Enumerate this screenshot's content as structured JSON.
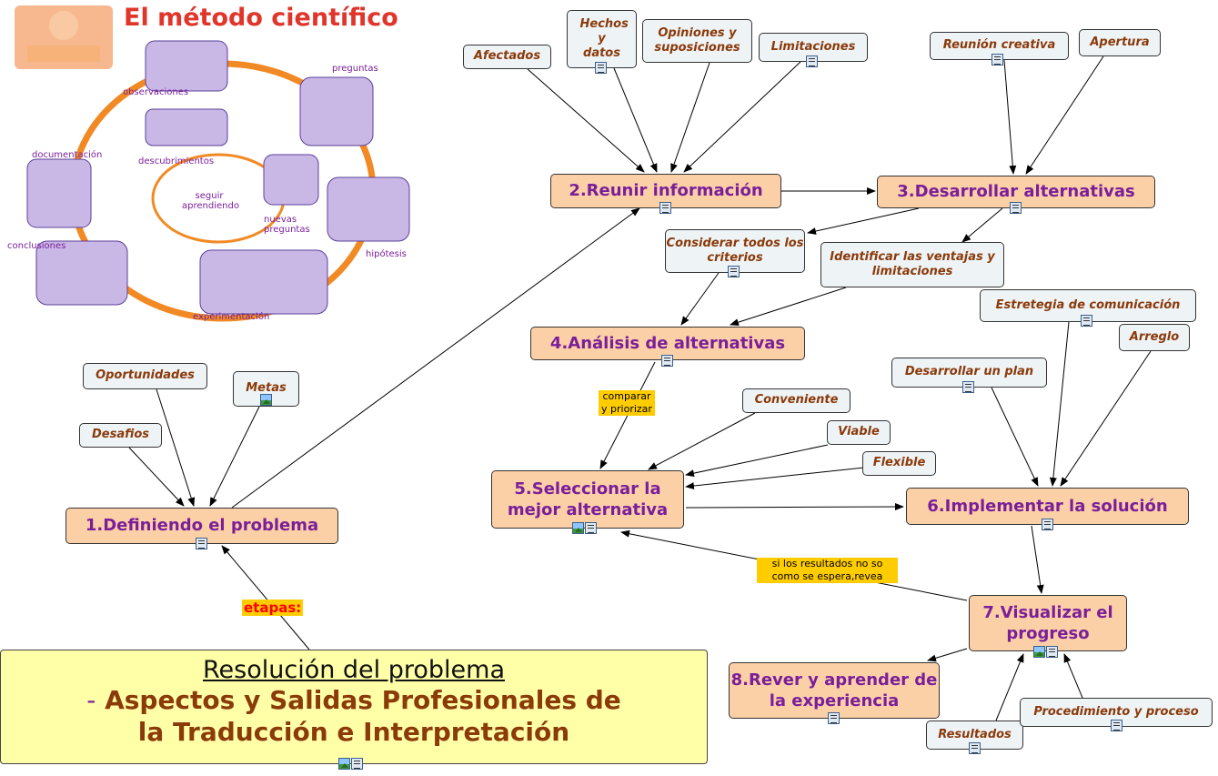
{
  "illustration": {
    "title": "El método científico",
    "center_label": "seguir aprendiendo",
    "stages": [
      "preguntas",
      "observaciones",
      "documentación",
      "descubrimientos",
      "nuevas preguntas",
      "hipótesis",
      "conclusiones",
      "experimentación"
    ]
  },
  "root": {
    "line1": "Resolución del problema",
    "dash": "-",
    "line2": "Aspectos y Salidas Profesionales de",
    "line3": "la Traducción e Interpretación"
  },
  "root_link_label": "etapas:",
  "stages": {
    "s1": "1.Definiendo el problema",
    "s2": "2.Reunir información",
    "s3": "3.Desarrollar alternativas",
    "s4": "4.Análisis de alternativas",
    "s5": "5.Seleccionar la mejor alternativa",
    "s6": "6.Implementar la solución",
    "s7": "7.Visualizar el progreso",
    "s8": "8.Rever y aprender de la experiencia"
  },
  "aux": {
    "afectados": "Afectados",
    "hechos": "Hechos y datos",
    "opiniones": "Opiniones y suposiciones",
    "limitaciones": "Limitaciones",
    "reunion": "Reunión creativa",
    "apertura": "Apertura",
    "considerar": "Considerar todos los criterios",
    "identificar": "Identificar las ventajas y limitaciones",
    "estrategia": "Estretegia de comunicación",
    "arreglo": "Arreglo",
    "desarrollarplan": "Desarrollar un plan",
    "conveniente": "Conveniente",
    "viable": "Viable",
    "flexible": "Flexible",
    "oportunidades": "Oportunidades",
    "metas": "Metas",
    "desafios": "Desafios",
    "resultados": "Resultados",
    "procedimiento": "Procedimiento y proceso"
  },
  "link_labels": {
    "comparar": "comparar y priorizar",
    "resultados_no": "si los resultados no so como se espera,revea"
  },
  "colors": {
    "stage_fill": "#fcd0a6",
    "stage_text": "#7a1f9a",
    "aux_fill": "#eef3f6",
    "aux_text": "#8b3a0a",
    "label_fill": "#ffcc00",
    "root_fill": "#ffffa8"
  }
}
